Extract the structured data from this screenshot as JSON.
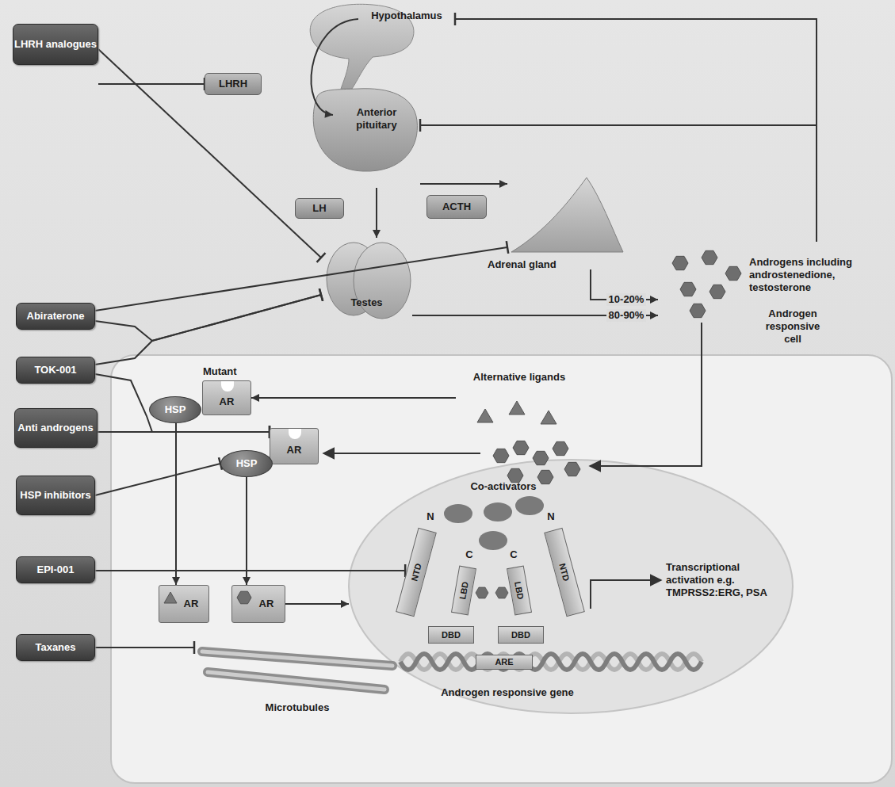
{
  "diagram": {
    "nodes": [
      {
        "text": [
          "LHRH analogues"
        ]
      },
      {
        "text": [
          "LHRH"
        ]
      },
      {
        "text": [
          "Hypothalamus"
        ]
      },
      {
        "text": [
          "Anterior pituitary"
        ]
      },
      {
        "text": [
          "LH"
        ]
      },
      {
        "text": [
          "ACTH"
        ]
      },
      {
        "text": [
          "Adrenal gland"
        ]
      },
      {
        "text": [
          "Testes"
        ]
      },
      {
        "text": [
          "Abiraterone"
        ]
      },
      {
        "text": [
          "TOK-001"
        ]
      },
      {
        "text": [
          "Anti androgens"
        ]
      },
      {
        "text": [
          "HSP inhibitors"
        ]
      },
      {
        "text": [
          "EPI-001"
        ]
      },
      {
        "text": [
          "Taxanes"
        ]
      },
      {
        "text": [
          "Androgens including androstenedione, testosterone"
        ]
      },
      {
        "text": [
          "Androgen responsive cell"
        ]
      },
      {
        "text": [
          "Mutant",
          "AR"
        ],
        "in": 15
      },
      {
        "text": [
          "HSP"
        ],
        "in": 15
      },
      {
        "text": [
          "Alternative ligands"
        ],
        "in": 15
      },
      {
        "text": [
          "AR"
        ],
        "in": 15
      },
      {
        "text": [
          "HSP"
        ],
        "in": 15
      },
      {
        "text": [
          "Androgen responsive gene"
        ],
        "in": 15
      },
      {
        "text": [
          "NTD"
        ],
        "in": 21
      },
      {
        "text": [
          "LBD"
        ],
        "in": 21
      },
      {
        "text": [
          "DBD"
        ],
        "in": 21
      },
      {
        "text": [
          "ARE"
        ],
        "in": 21
      },
      {
        "text": [
          "DBD"
        ],
        "in": 21
      },
      {
        "text": [
          "LBD"
        ],
        "in": 21
      },
      {
        "text": [
          "NTD"
        ],
        "in": 21
      },
      {
        "text": [
          "AR"
        ],
        "in": 15
      },
      {
        "text": [
          "AR"
        ],
        "in": 15
      },
      {
        "text": [
          "Microtubules"
        ],
        "in": 15
      }
    ],
    "edges": [
      {
        "from": 0,
        "to": 1,
        "arrow": "to"
      },
      {
        "from": 0,
        "to": 7,
        "arrow": "to"
      },
      {
        "from": 2,
        "to": 3,
        "arrow": "to"
      },
      {
        "from": 3,
        "to": 7,
        "arrow": "to"
      },
      {
        "from": 3,
        "to": 6,
        "arrow": "to"
      },
      {
        "from": 8,
        "to": 6,
        "arrow": "to"
      },
      {
        "from": 8,
        "to": 7,
        "arrow": "to"
      },
      {
        "from": 9,
        "to": 7,
        "arrow": "to"
      },
      {
        "from": 9,
        "to": 19,
        "arrow": "to"
      },
      {
        "from": 10,
        "to": 19,
        "arrow": "to"
      },
      {
        "from": 11,
        "to": 20,
        "arrow": "to"
      },
      {
        "from": 12,
        "to": 22,
        "arrow": "to"
      },
      {
        "from": 13,
        "to": 31,
        "arrow": "to"
      },
      {
        "from": 14,
        "to": 2,
        "arrow": "to"
      },
      {
        "from": 14,
        "to": 3,
        "arrow": "to"
      },
      {
        "from": 6,
        "to": 14,
        "label": "10-20%",
        "arrow": "to"
      },
      {
        "from": 7,
        "to": 14,
        "label": "80-90%",
        "arrow": "to"
      },
      {
        "from": 18,
        "to": 16,
        "arrow": "to"
      },
      {
        "from": 17,
        "to": 29,
        "arrow": "to"
      },
      {
        "from": 20,
        "to": 30,
        "arrow": "to"
      },
      {
        "from": 30,
        "to": 21,
        "arrow": "to"
      }
    ],
    "labels": [
      "Co-activators",
      "N",
      "C",
      "C",
      "N",
      "Transcriptional activation e.g. TMPRSS2:ERG, PSA"
    ]
  }
}
